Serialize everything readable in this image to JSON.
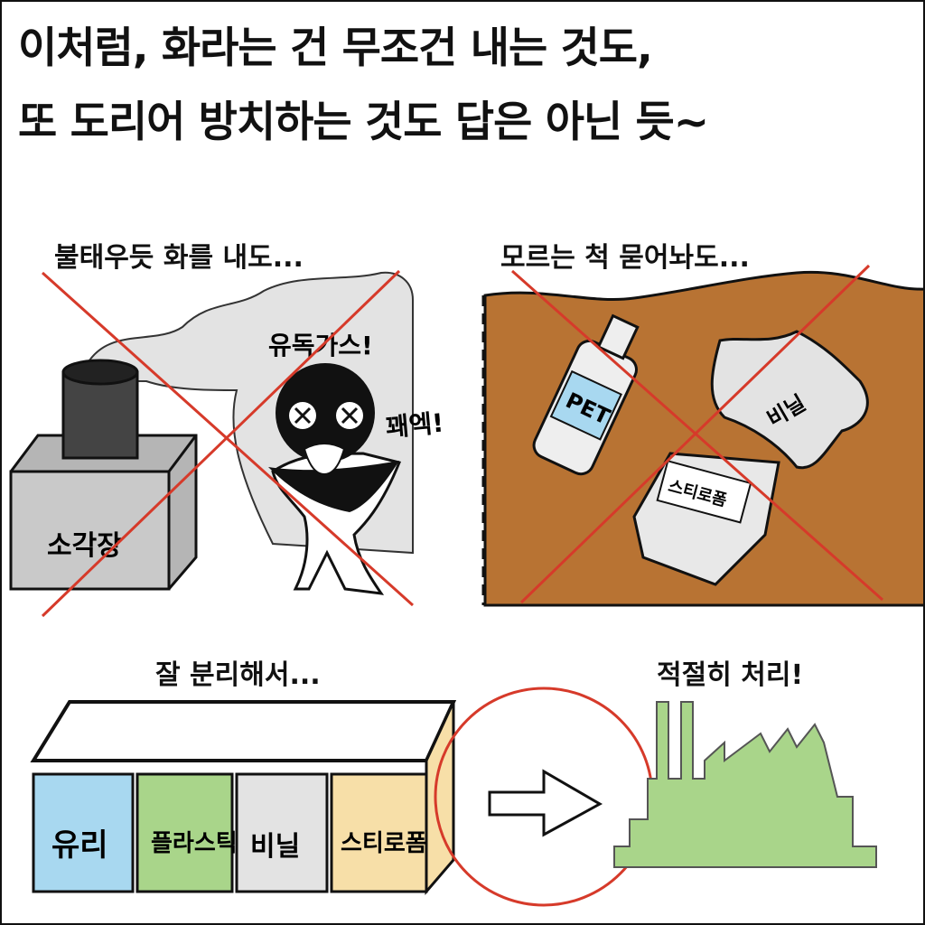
{
  "title": {
    "line1": "이처럼, 화라는 건 무조건 내는 것도,",
    "line2": "또 도리어 방치하는 것도 답은 아닌 듯~"
  },
  "panel_burn": {
    "caption": "불태우듯 화를 내도...",
    "incinerator_label": "소각장",
    "smoke_label": "유독가스!",
    "cough_label": "꽤엑!"
  },
  "panel_bury": {
    "caption": "모르는 척 묻어놔도...",
    "bottle_label": "PET",
    "bag_label": "비닐",
    "foam_label": "스티로폼"
  },
  "panel_sort": {
    "caption": "잘 분리해서...",
    "bins": [
      {
        "label": "유리",
        "color": "#a8d8f0"
      },
      {
        "label": "플라스틱",
        "color": "#a9d58a"
      },
      {
        "label": "비닐",
        "color": "#e3e3e3"
      },
      {
        "label": "스티로폼",
        "color": "#f7dfa8"
      }
    ]
  },
  "panel_process": {
    "caption": "적절히 처리!"
  },
  "colors": {
    "soil": "#b87333",
    "cross": "#d63a2a",
    "factory": "#a9d58a"
  }
}
